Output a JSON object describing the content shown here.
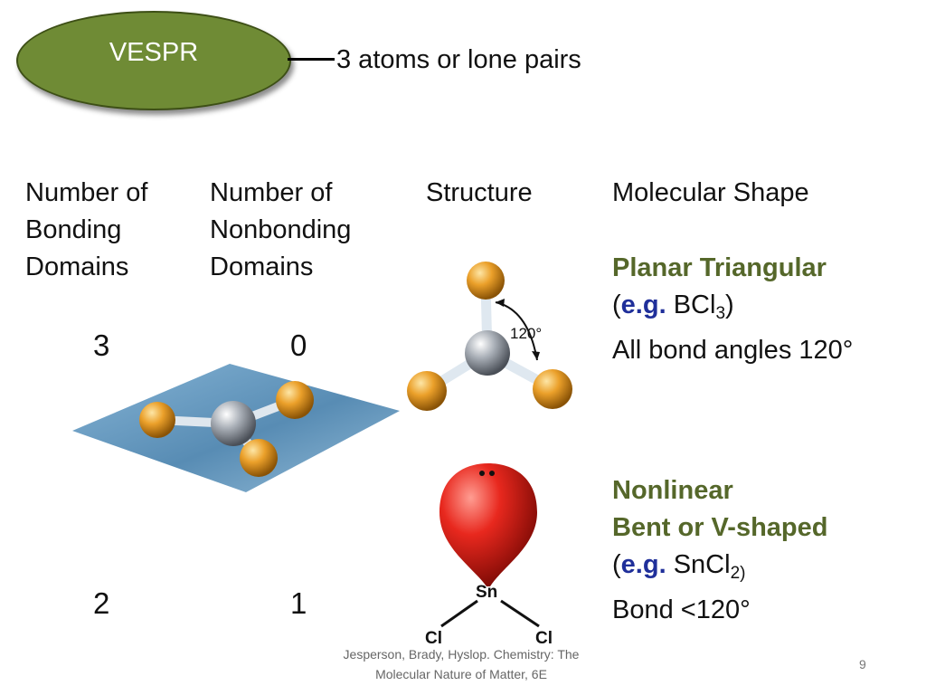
{
  "title": {
    "badge": "VESPR",
    "subtitle": "3 atoms or lone pairs"
  },
  "headers": {
    "col1": [
      "Number of",
      "Bonding",
      "Domains"
    ],
    "col2": [
      "Number of",
      "Nonbonding",
      "Domains"
    ],
    "col3": "Structure",
    "col4": "Molecular Shape"
  },
  "rows": [
    {
      "bonding": "3",
      "nonbonding": "0",
      "shape_name": "Planar Triangular",
      "eg_label": "e.g.",
      "formula_prefix": "(",
      "formula_main": "BCl",
      "formula_sub": "3",
      "formula_suffix": ")",
      "note": "All bond angles 120°",
      "angle_label": "120°"
    },
    {
      "bonding": "2",
      "nonbonding": "1",
      "shape_name_1": "Nonlinear",
      "shape_name_2": "Bent or V-shaped",
      "eg_label": "e.g.",
      "formula_prefix": "(",
      "formula_main": "SnCl",
      "formula_sub": "2)",
      "note": "Bond <120°",
      "center_atom": "Sn",
      "outer_atom_left": "Cl",
      "outer_atom_right": "Cl"
    }
  ],
  "footer": {
    "citation_line1": "Jesperson, Brady, Hyslop. Chemistry: The",
    "citation_line2": "Molecular Nature of Matter, 6E",
    "page_number": "9"
  },
  "colors": {
    "badge_fill": "#6f8b35",
    "shape_name": "#55672a",
    "eg_label": "#1f2f9a",
    "outer_atom": "#e79a1a",
    "central_atom": "#9aa0a8",
    "lone_pair": "#e0231c",
    "plane": "#5b8fb5"
  }
}
